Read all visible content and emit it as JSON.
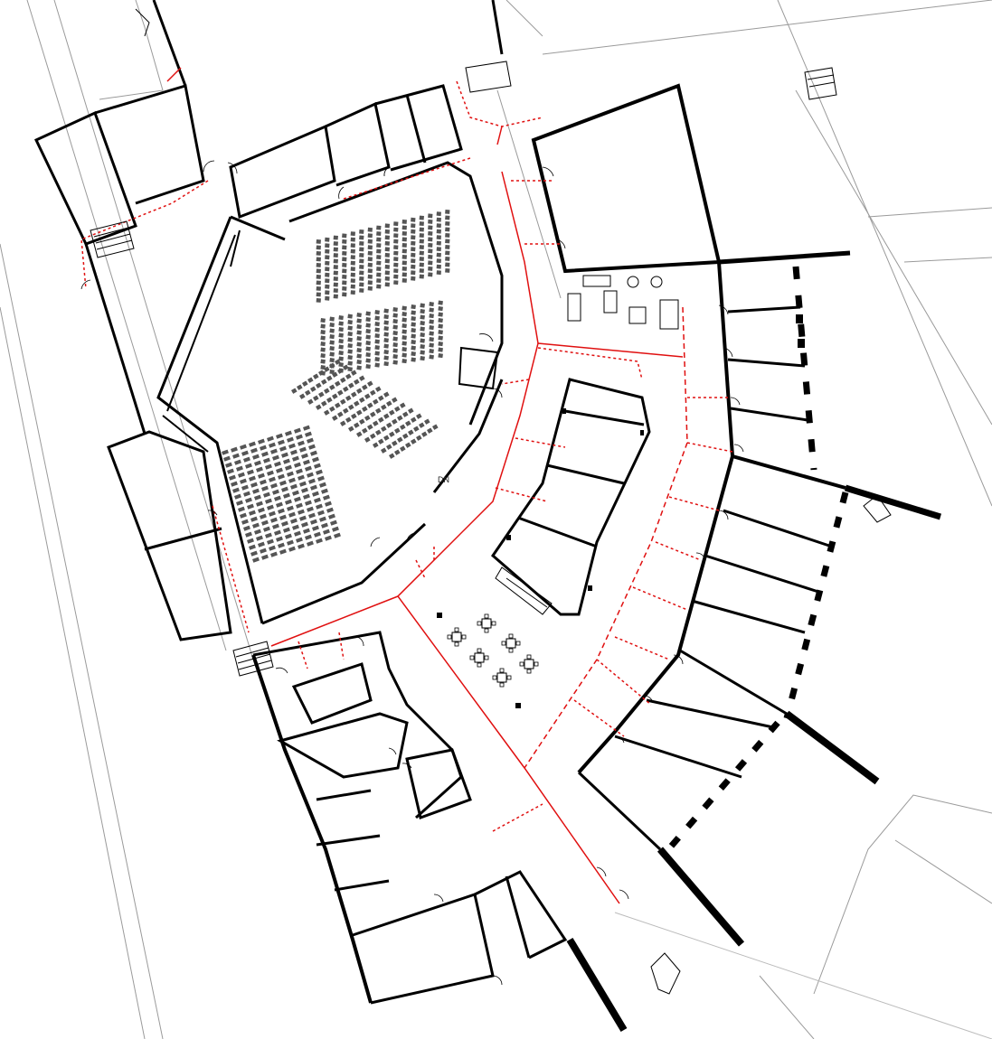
{
  "plan": {
    "labels": {
      "stair_dn": "DN"
    },
    "colors": {
      "wall": "#000000",
      "thin_line": "#9a9a9a",
      "egress_route": "#e01010",
      "seat": "#555555",
      "background": "#ffffff"
    },
    "auditorium": {
      "seat_rows": 18,
      "seat_blocks": 4
    },
    "icons": [
      "stair-icon",
      "door-swing-icon",
      "table-chair-icon",
      "sofa-icon",
      "north-marker-icon"
    ]
  }
}
